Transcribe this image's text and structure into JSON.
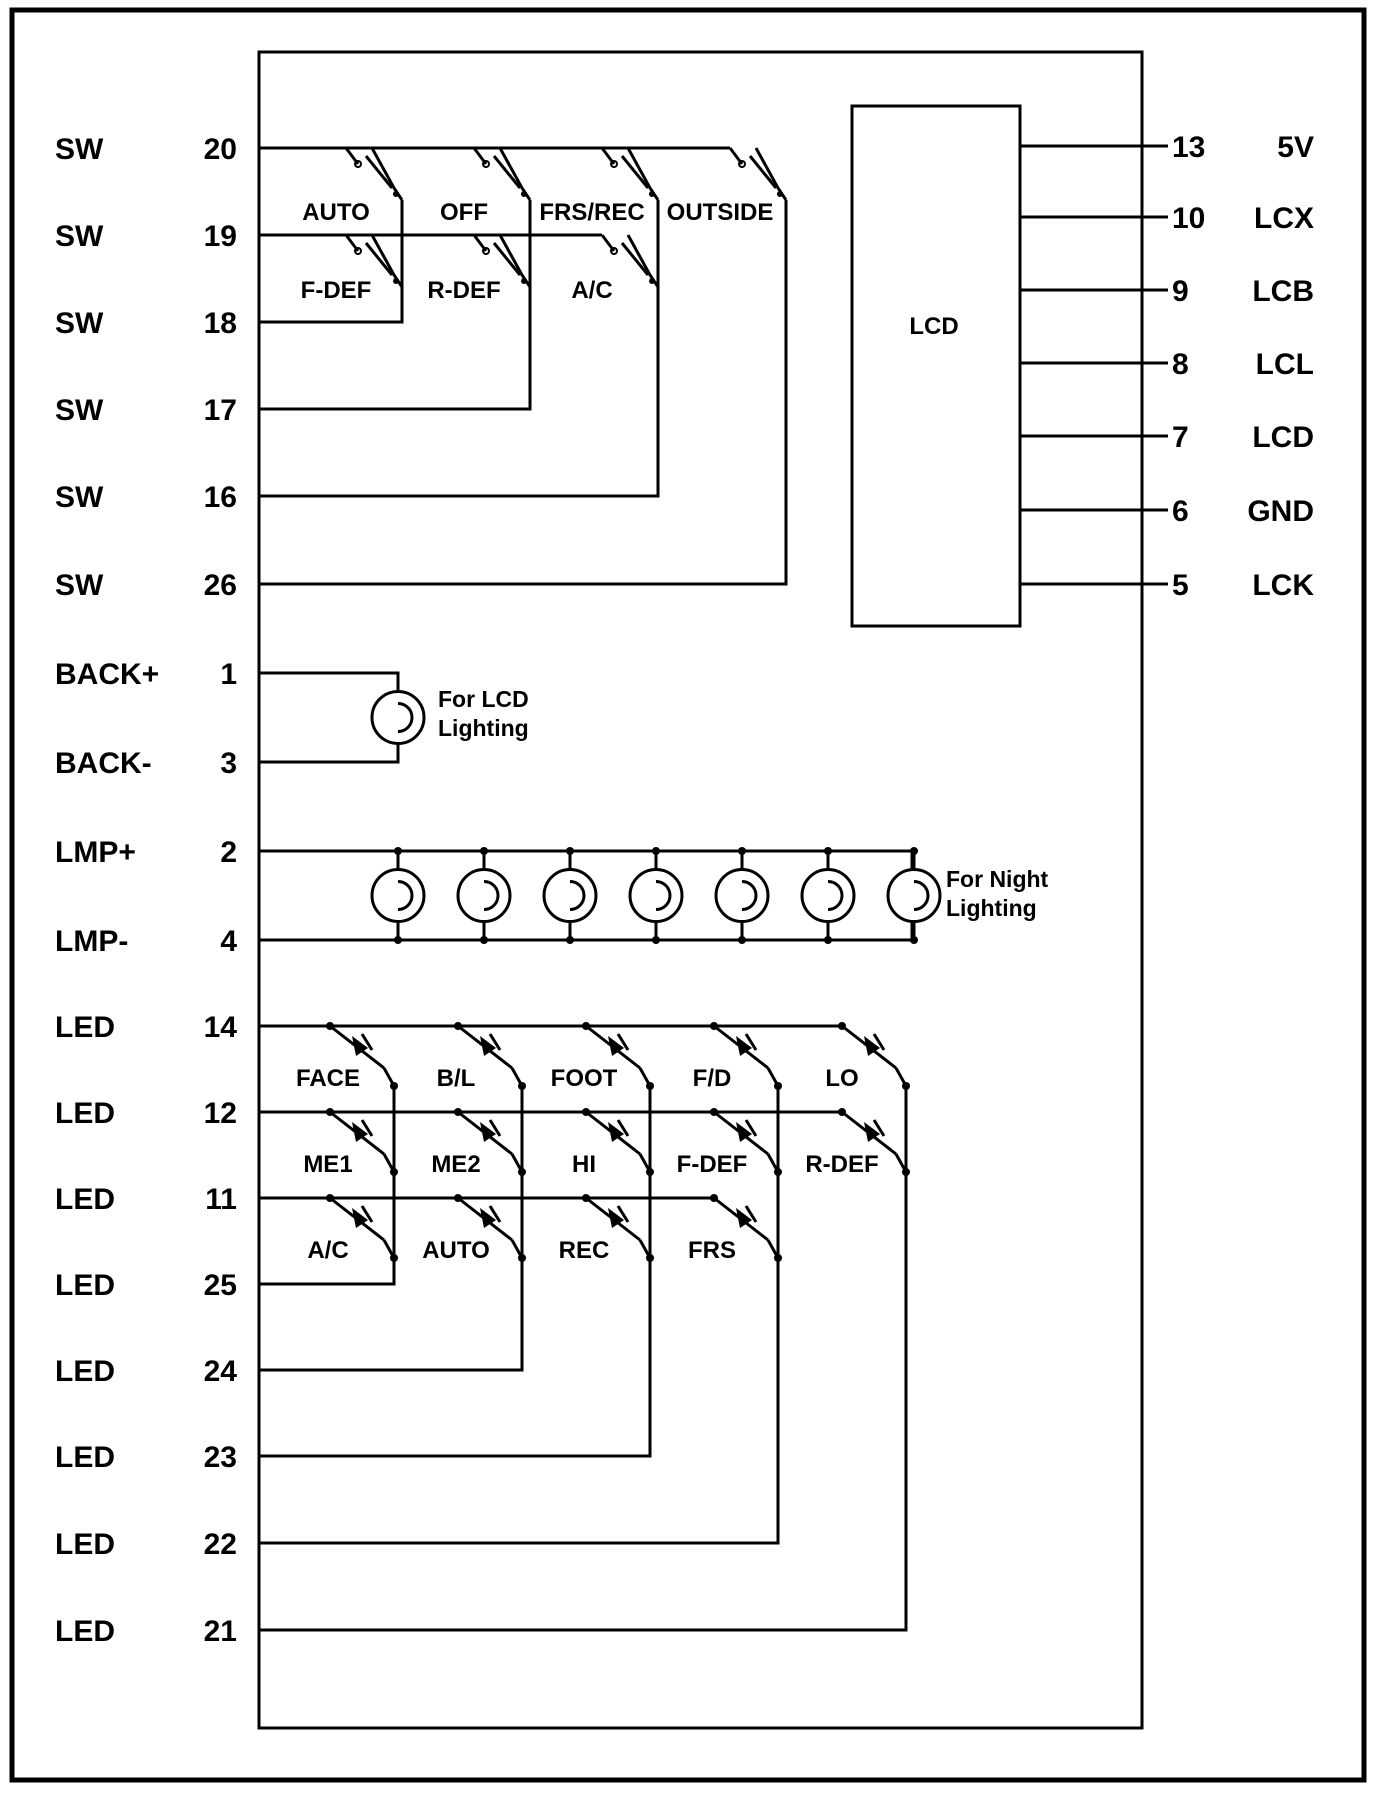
{
  "left_pins": [
    {
      "type": "SW",
      "num": "20"
    },
    {
      "type": "SW",
      "num": "19"
    },
    {
      "type": "SW",
      "num": "18"
    },
    {
      "type": "SW",
      "num": "17"
    },
    {
      "type": "SW",
      "num": "16"
    },
    {
      "type": "SW",
      "num": "26"
    },
    {
      "type": "BACK+",
      "num": "1"
    },
    {
      "type": "BACK-",
      "num": "3"
    },
    {
      "type": "LMP+",
      "num": "2"
    },
    {
      "type": "LMP-",
      "num": "4"
    },
    {
      "type": "LED",
      "num": "14"
    },
    {
      "type": "LED",
      "num": "12"
    },
    {
      "type": "LED",
      "num": "11"
    },
    {
      "type": "LED",
      "num": "25"
    },
    {
      "type": "LED",
      "num": "24"
    },
    {
      "type": "LED",
      "num": "23"
    },
    {
      "type": "LED",
      "num": "22"
    },
    {
      "type": "LED",
      "num": "21"
    }
  ],
  "right_pins": [
    {
      "num": "13",
      "signal": "5V"
    },
    {
      "num": "10",
      "signal": "LCX"
    },
    {
      "num": "9",
      "signal": "LCB"
    },
    {
      "num": "8",
      "signal": "LCL"
    },
    {
      "num": "7",
      "signal": "LCD"
    },
    {
      "num": "6",
      "signal": "GND"
    },
    {
      "num": "5",
      "signal": "LCK"
    }
  ],
  "lcd": {
    "label": "LCD"
  },
  "switches": {
    "row1": [
      "AUTO",
      "OFF",
      "FRS/REC",
      "OUTSIDE"
    ],
    "row2": [
      "F-DEF",
      "R-DEF",
      "A/C"
    ]
  },
  "lamps": {
    "backlight_note": [
      "For LCD",
      "Lighting"
    ],
    "night_note": [
      "For Night",
      "Lighting"
    ],
    "night_lamp_count": 7
  },
  "leds": {
    "row1": [
      "FACE",
      "B/L",
      "FOOT",
      "F/D",
      "LO"
    ],
    "row2": [
      "ME1",
      "ME2",
      "HI",
      "F-DEF",
      "R-DEF"
    ],
    "row3": [
      "A/C",
      "AUTO",
      "REC",
      "FRS"
    ]
  }
}
